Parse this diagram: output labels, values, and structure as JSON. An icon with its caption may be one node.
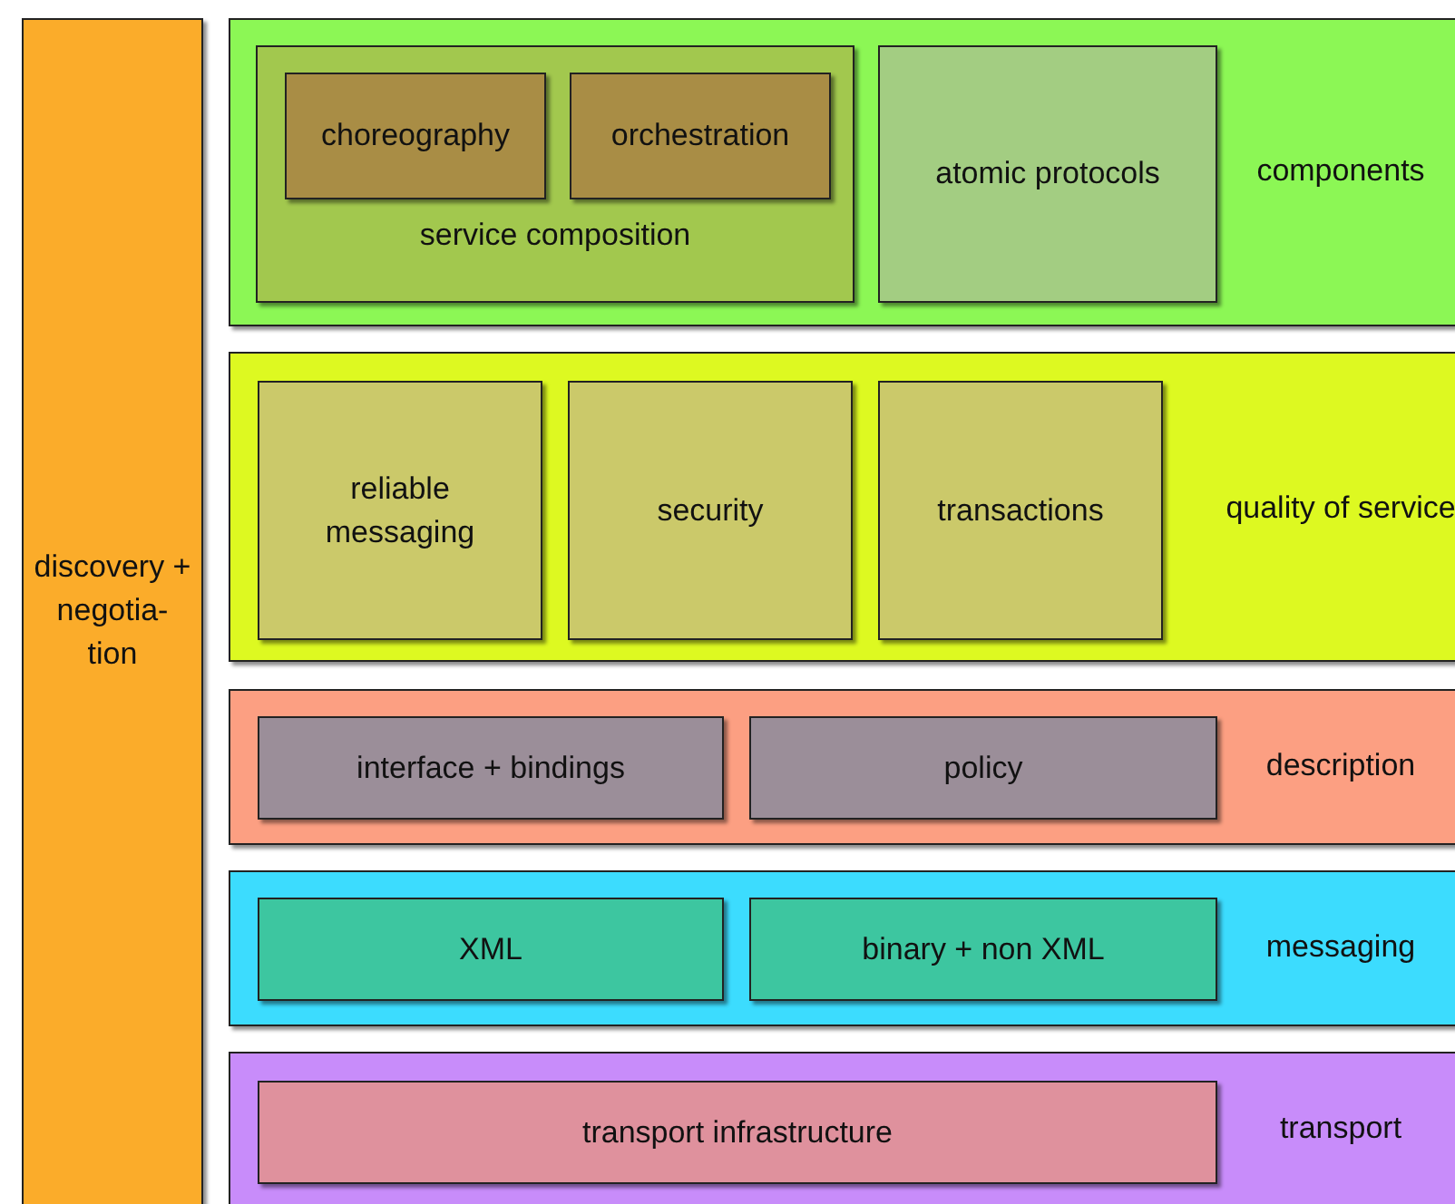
{
  "diagram": {
    "nodes": [
      {
        "text": [
          "discovery + negotia- tion"
        ]
      },
      {
        "text": [
          "components"
        ]
      },
      {
        "text": [
          "service composition"
        ],
        "in": 1
      },
      {
        "text": [
          "choreography"
        ],
        "in": 2
      },
      {
        "text": [
          "orchestration"
        ],
        "in": 2
      },
      {
        "text": [
          "atomic protocols"
        ],
        "in": 1
      },
      {
        "text": [
          "quality of service"
        ]
      },
      {
        "text": [
          "reliable messaging"
        ],
        "in": 6
      },
      {
        "text": [
          "security"
        ],
        "in": 6
      },
      {
        "text": [
          "transactions"
        ],
        "in": 6
      },
      {
        "text": [
          "description"
        ]
      },
      {
        "text": [
          "interface + bindings"
        ],
        "in": 10
      },
      {
        "text": [
          "policy"
        ],
        "in": 10
      },
      {
        "text": [
          "messaging"
        ]
      },
      {
        "text": [
          "XML"
        ],
        "in": 13
      },
      {
        "text": [
          "binary + non XML"
        ],
        "in": 13
      },
      {
        "text": [
          "transport"
        ]
      },
      {
        "text": [
          "transport infrastructure"
        ],
        "in": 16
      }
    ]
  }
}
